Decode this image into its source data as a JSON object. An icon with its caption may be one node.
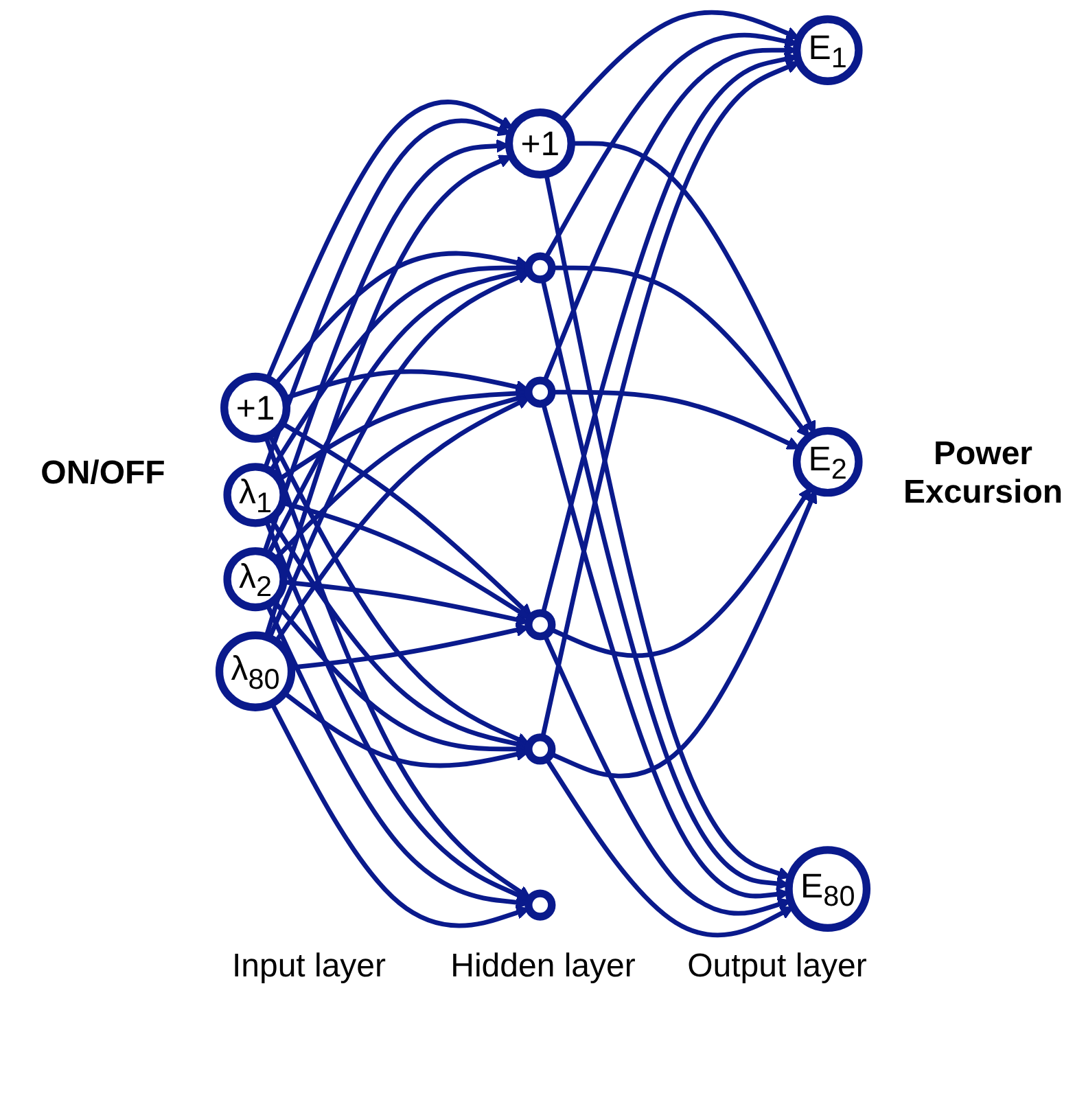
{
  "diagram": {
    "nodes": [
      {
        "text": [
          "+1"
        ]
      },
      {
        "text": [
          "λ$_{1}$"
        ]
      },
      {
        "text": [
          "λ$_{2}$"
        ]
      },
      {
        "text": [
          "λ$_{80}$"
        ]
      },
      {
        "text": [
          "+1"
        ]
      },
      {
        "text": [],
        "shape": "circle"
      },
      {
        "text": [],
        "shape": "circle"
      },
      {
        "text": [],
        "shape": "circle"
      },
      {
        "text": [],
        "shape": "circle"
      },
      {
        "text": [],
        "shape": "circle"
      },
      {
        "text": [
          "E$_{1}$"
        ]
      },
      {
        "text": [
          "E$_{2}$"
        ]
      },
      {
        "text": [
          "E$_{80}$"
        ]
      }
    ],
    "edges": [
      {
        "from": 0,
        "to": 4,
        "arrow": "to"
      },
      {
        "from": 0,
        "to": 5,
        "arrow": "to"
      },
      {
        "from": 0,
        "to": 6,
        "arrow": "to"
      },
      {
        "from": 0,
        "to": 7,
        "arrow": "to"
      },
      {
        "from": 0,
        "to": 8,
        "arrow": "to"
      },
      {
        "from": 0,
        "to": 9,
        "arrow": "to"
      },
      {
        "from": 1,
        "to": 4,
        "arrow": "to"
      },
      {
        "from": 1,
        "to": 5,
        "arrow": "to"
      },
      {
        "from": 1,
        "to": 6,
        "arrow": "to"
      },
      {
        "from": 1,
        "to": 7,
        "arrow": "to"
      },
      {
        "from": 1,
        "to": 8,
        "arrow": "to"
      },
      {
        "from": 1,
        "to": 9,
        "arrow": "to"
      },
      {
        "from": 2,
        "to": 4,
        "arrow": "to"
      },
      {
        "from": 2,
        "to": 5,
        "arrow": "to"
      },
      {
        "from": 2,
        "to": 6,
        "arrow": "to"
      },
      {
        "from": 2,
        "to": 7,
        "arrow": "to"
      },
      {
        "from": 2,
        "to": 8,
        "arrow": "to"
      },
      {
        "from": 2,
        "to": 9,
        "arrow": "to"
      },
      {
        "from": 3,
        "to": 4,
        "arrow": "to"
      },
      {
        "from": 3,
        "to": 5,
        "arrow": "to"
      },
      {
        "from": 3,
        "to": 6,
        "arrow": "to"
      },
      {
        "from": 3,
        "to": 7,
        "arrow": "to"
      },
      {
        "from": 3,
        "to": 8,
        "arrow": "to"
      },
      {
        "from": 3,
        "to": 9,
        "arrow": "to"
      },
      {
        "from": 4,
        "to": 10,
        "arrow": "to"
      },
      {
        "from": 4,
        "to": 11,
        "arrow": "to"
      },
      {
        "from": 4,
        "to": 12,
        "arrow": "to"
      },
      {
        "from": 5,
        "to": 10,
        "arrow": "to"
      },
      {
        "from": 5,
        "to": 11,
        "arrow": "to"
      },
      {
        "from": 5,
        "to": 12,
        "arrow": "to"
      },
      {
        "from": 6,
        "to": 10,
        "arrow": "to"
      },
      {
        "from": 6,
        "to": 11,
        "arrow": "to"
      },
      {
        "from": 6,
        "to": 12,
        "arrow": "to"
      },
      {
        "from": 7,
        "to": 10,
        "arrow": "to"
      },
      {
        "from": 7,
        "to": 11,
        "arrow": "to"
      },
      {
        "from": 7,
        "to": 12,
        "arrow": "to"
      },
      {
        "from": 8,
        "to": 10,
        "arrow": "to"
      },
      {
        "from": 8,
        "to": 11,
        "arrow": "to"
      },
      {
        "from": 8,
        "to": 12,
        "arrow": "to"
      }
    ],
    "labels": [
      "ON/OFF",
      "Power Excursion",
      "Input layer",
      "Hidden layer",
      "Output layer"
    ]
  }
}
